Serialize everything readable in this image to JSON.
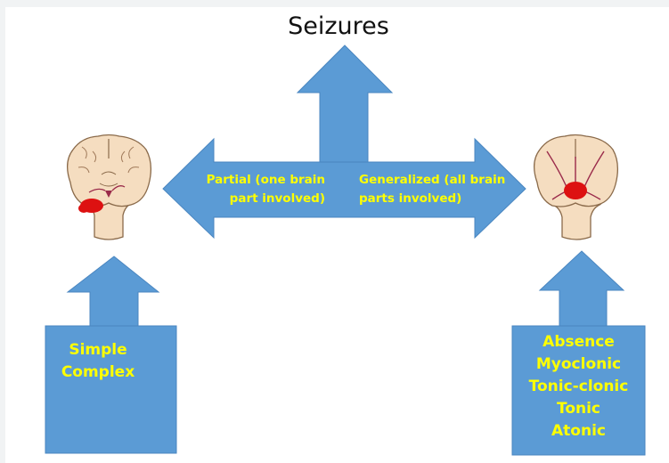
{
  "title": "Seizures",
  "partial": {
    "label_line1": "Partial (one brain",
    "label_line2": "part involved)",
    "types": [
      "Simple",
      "Complex"
    ]
  },
  "generalized": {
    "label_line1": "Generalized (all brain",
    "label_line2": "parts involved)",
    "types": [
      "Absence",
      "Myoclonic",
      "Tonic-clonic",
      "Tonic",
      "Atonic"
    ]
  },
  "colors": {
    "arrow_fill": "#5b9bd5",
    "arrow_stroke": "#4a86c0",
    "label_text": "#ffff00",
    "brain_tissue": "#f5ddc0",
    "brain_outline": "#8a6a4a",
    "seizure_focus": "#dd1111"
  },
  "icons": [
    "brain-partial-icon",
    "brain-generalized-icon"
  ]
}
